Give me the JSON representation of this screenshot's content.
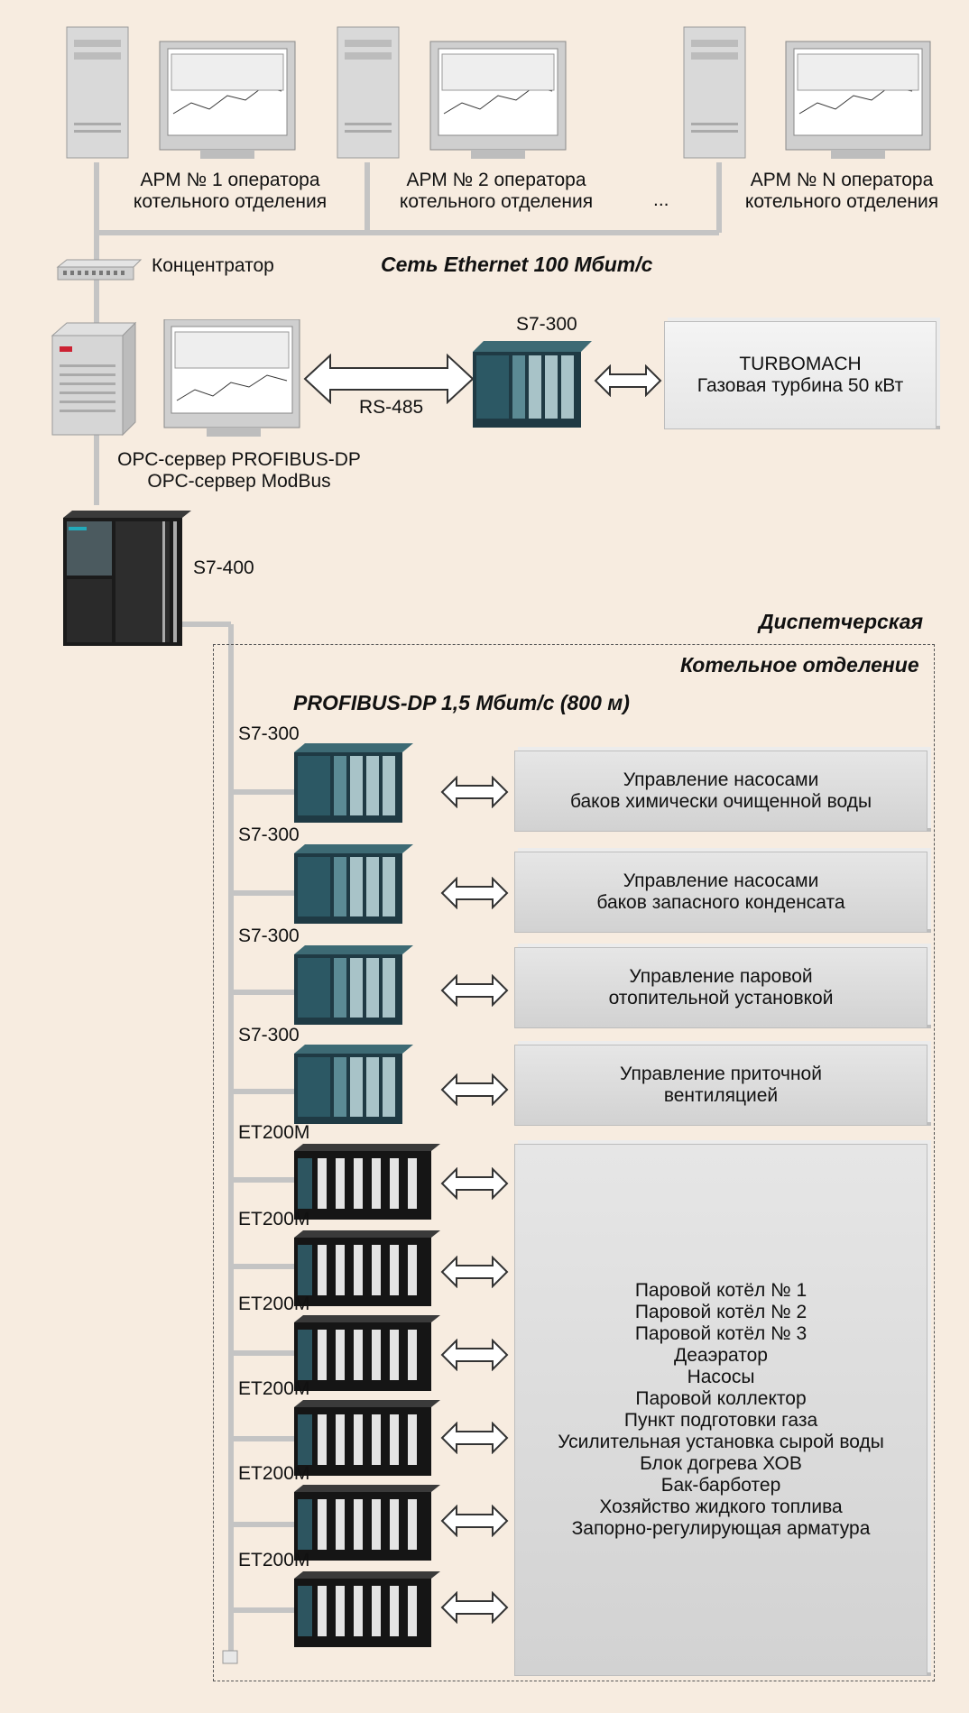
{
  "workstations": [
    {
      "line1": "АРМ № 1 оператора",
      "line2": "котельного отделения"
    },
    {
      "line1": "АРМ № 2 оператора",
      "line2": "котельного отделения"
    },
    {
      "line1": "АРМ № N оператора",
      "line2": "котельного отделения"
    }
  ],
  "ellipsis": "...",
  "network": {
    "hub_label": "Концентратор",
    "ethernet_label": "Сеть Ethernet 100 Мбит/с"
  },
  "server": {
    "line1": "ОРС-сервер PROFIBUS-DP",
    "line2": "ОРС-сервер ModBus"
  },
  "rs485_label": "RS-485",
  "s7_300_top_label": "S7-300",
  "turbine": {
    "line1": "TURBOMACH",
    "line2": "Газовая турбина 50 кВт"
  },
  "s7_400_label": "S7-400",
  "zones": {
    "dispatch": "Диспетчерская",
    "boiler": "Котельное отделение"
  },
  "profibus_label": "PROFIBUS-DP 1,5 Мбит/с (800 м)",
  "controllers": [
    {
      "label": "S7-300",
      "panel_line1": "Управление насосами",
      "panel_line2": "баков химически очищенной воды"
    },
    {
      "label": "S7-300",
      "panel_line1": "Управление насосами",
      "panel_line2": "баков запасного конденсата"
    },
    {
      "label": "S7-300",
      "panel_line1": "Управление паровой",
      "panel_line2": "отопительной установкой"
    },
    {
      "label": "S7-300",
      "panel_line1": "Управление приточной",
      "panel_line2": "вентиляцией"
    }
  ],
  "et200m_labels": [
    "ET200M",
    "ET200M",
    "ET200M",
    "ET200M",
    "ET200M",
    "ET200M"
  ],
  "boiler_items": [
    "Паровой котёл № 1",
    "Паровой котёл № 2",
    "Паровой котёл № 3",
    "Деаэратор",
    "Насосы",
    "Паровой коллектор",
    "Пункт подготовки газа",
    "Усилительная установка сырой воды",
    "Блок догрева ХОВ",
    "Бак-барботер",
    "Хозяйство жидкого топлива",
    "Запорно-регулирующая арматура"
  ],
  "colors": {
    "background": "#f7ece0",
    "bus": "#c9c9c9",
    "panel": "#dcdcdc",
    "module": "#1f3a44"
  }
}
